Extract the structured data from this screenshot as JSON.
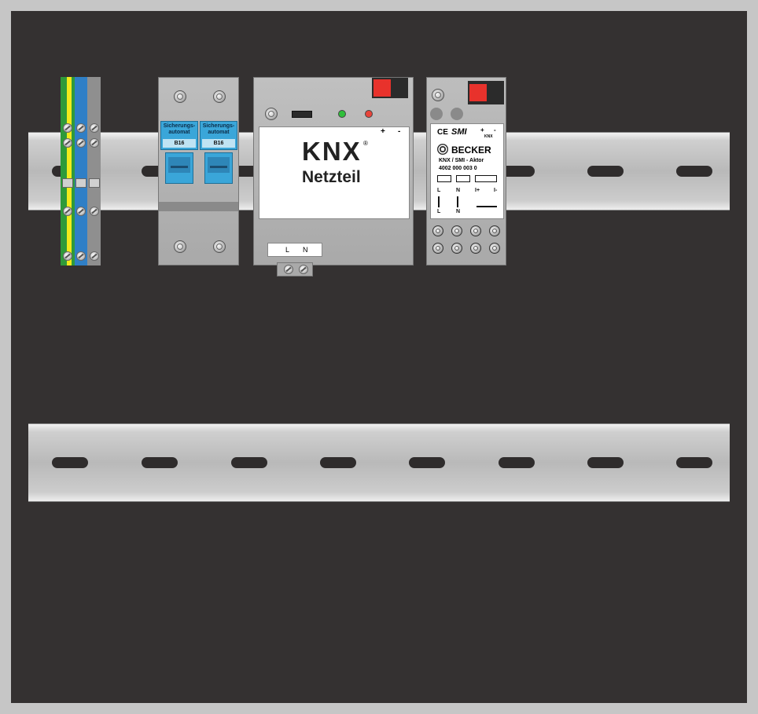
{
  "colors": {
    "frame": "#c6c6c6",
    "panel": "#343131",
    "rail": "#c4c4c4",
    "earth_green": "#2e9a3a",
    "earth_yellow": "#f2ea1b",
    "neutral_blue": "#2f7fc6",
    "breaker_blue": "#3aa6d9",
    "connector_red": "#e8322c",
    "led_green": "#2fbf3a",
    "led_red": "#e8443a"
  },
  "breakers": [
    {
      "label": "Sicherungs-\nautomat",
      "rating": "B16"
    },
    {
      "label": "Sicherungs-\nautomat",
      "rating": "B16"
    }
  ],
  "psu": {
    "brand": "KNX",
    "reg": "®",
    "title": "Netzteil",
    "plus": "+",
    "minus": "-",
    "term_l": "L",
    "term_n": "N"
  },
  "actuator": {
    "ce": "CE",
    "smi": "SMI",
    "plus": "+",
    "minus": "-",
    "knx_small": "KNX",
    "brand": "BECKER",
    "name": "KNX / SMI - Aktor",
    "number": "4002 000 003 0",
    "l": "L",
    "n": "N",
    "i_plus": "I+",
    "i_minus": "I-"
  }
}
